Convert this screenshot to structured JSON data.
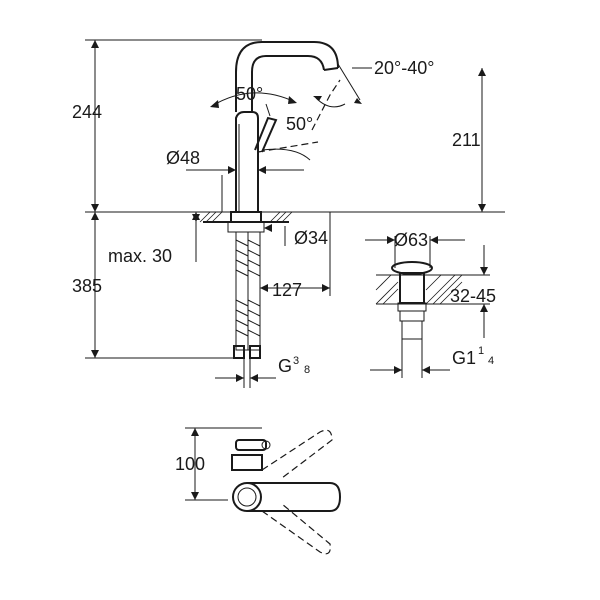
{
  "dimensions": {
    "height_total": "244",
    "height_spout": "211",
    "height_below": "385",
    "angle_spout": "20°-40°",
    "angle_lever_left": "50°",
    "angle_lever_right": "50°",
    "diameter_body": "Ø48",
    "diameter_base": "Ø34",
    "max_thickness": "max. 30",
    "reach": "127",
    "connection": "G",
    "connection_fraction_num": "3",
    "connection_fraction_den": "8",
    "waste_diameter": "Ø63",
    "waste_thickness": "32-45",
    "waste_thread": "G1",
    "waste_thread_num": "1",
    "waste_thread_den": "4",
    "top_view_depth": "100"
  }
}
